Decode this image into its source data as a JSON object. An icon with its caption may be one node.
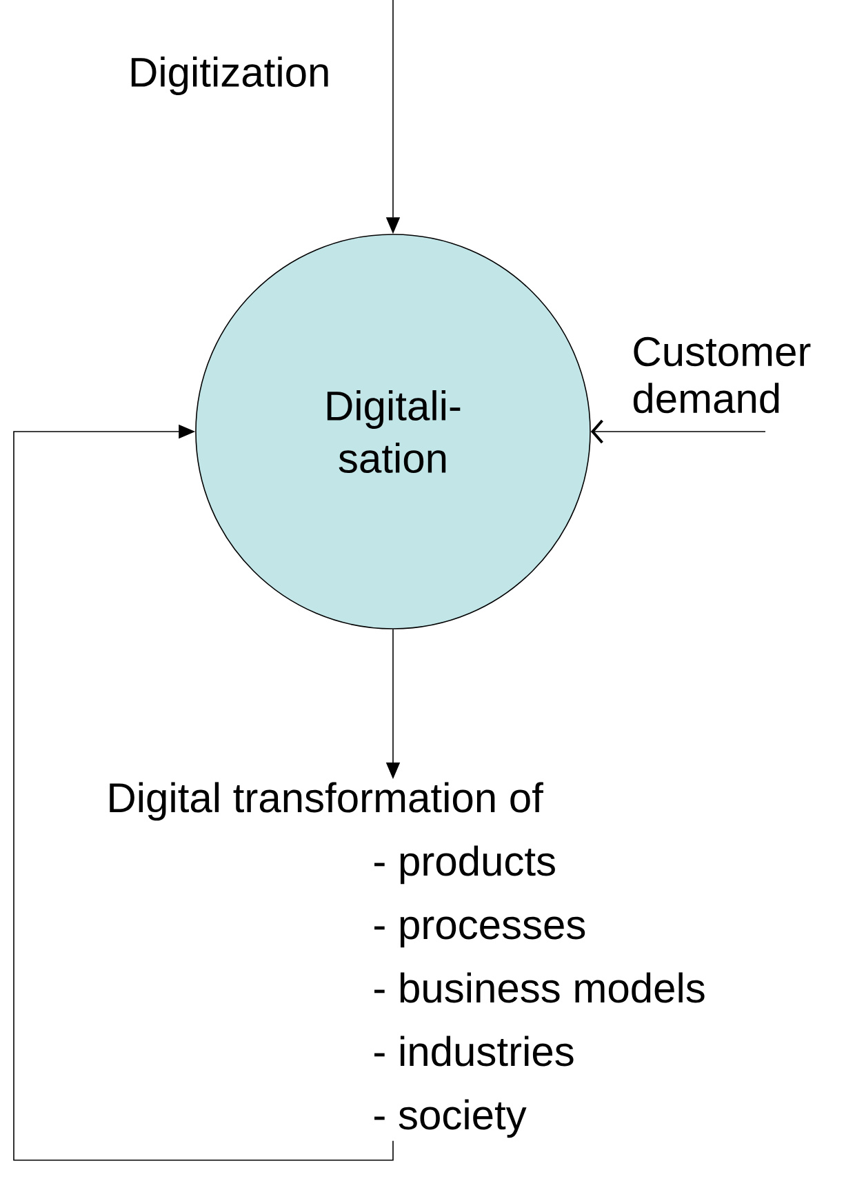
{
  "diagram": {
    "nodes": [
      {
        "text": [
          "Digitali- sation"
        ]
      },
      {
        "text": [
          "Digital transformation of",
          "- products",
          "- processes",
          "- business models",
          "- industries",
          "- society"
        ]
      }
    ],
    "edges": [
      {
        "from": null,
        "to": 0,
        "arrow": "to",
        "label": "Digitization"
      },
      {
        "from": null,
        "to": 0,
        "arrow": "to",
        "label": "Customer demand"
      },
      {
        "from": 0,
        "to": 1,
        "arrow": "to"
      },
      {
        "from": 1,
        "to": 0,
        "arrow": "to"
      }
    ]
  }
}
